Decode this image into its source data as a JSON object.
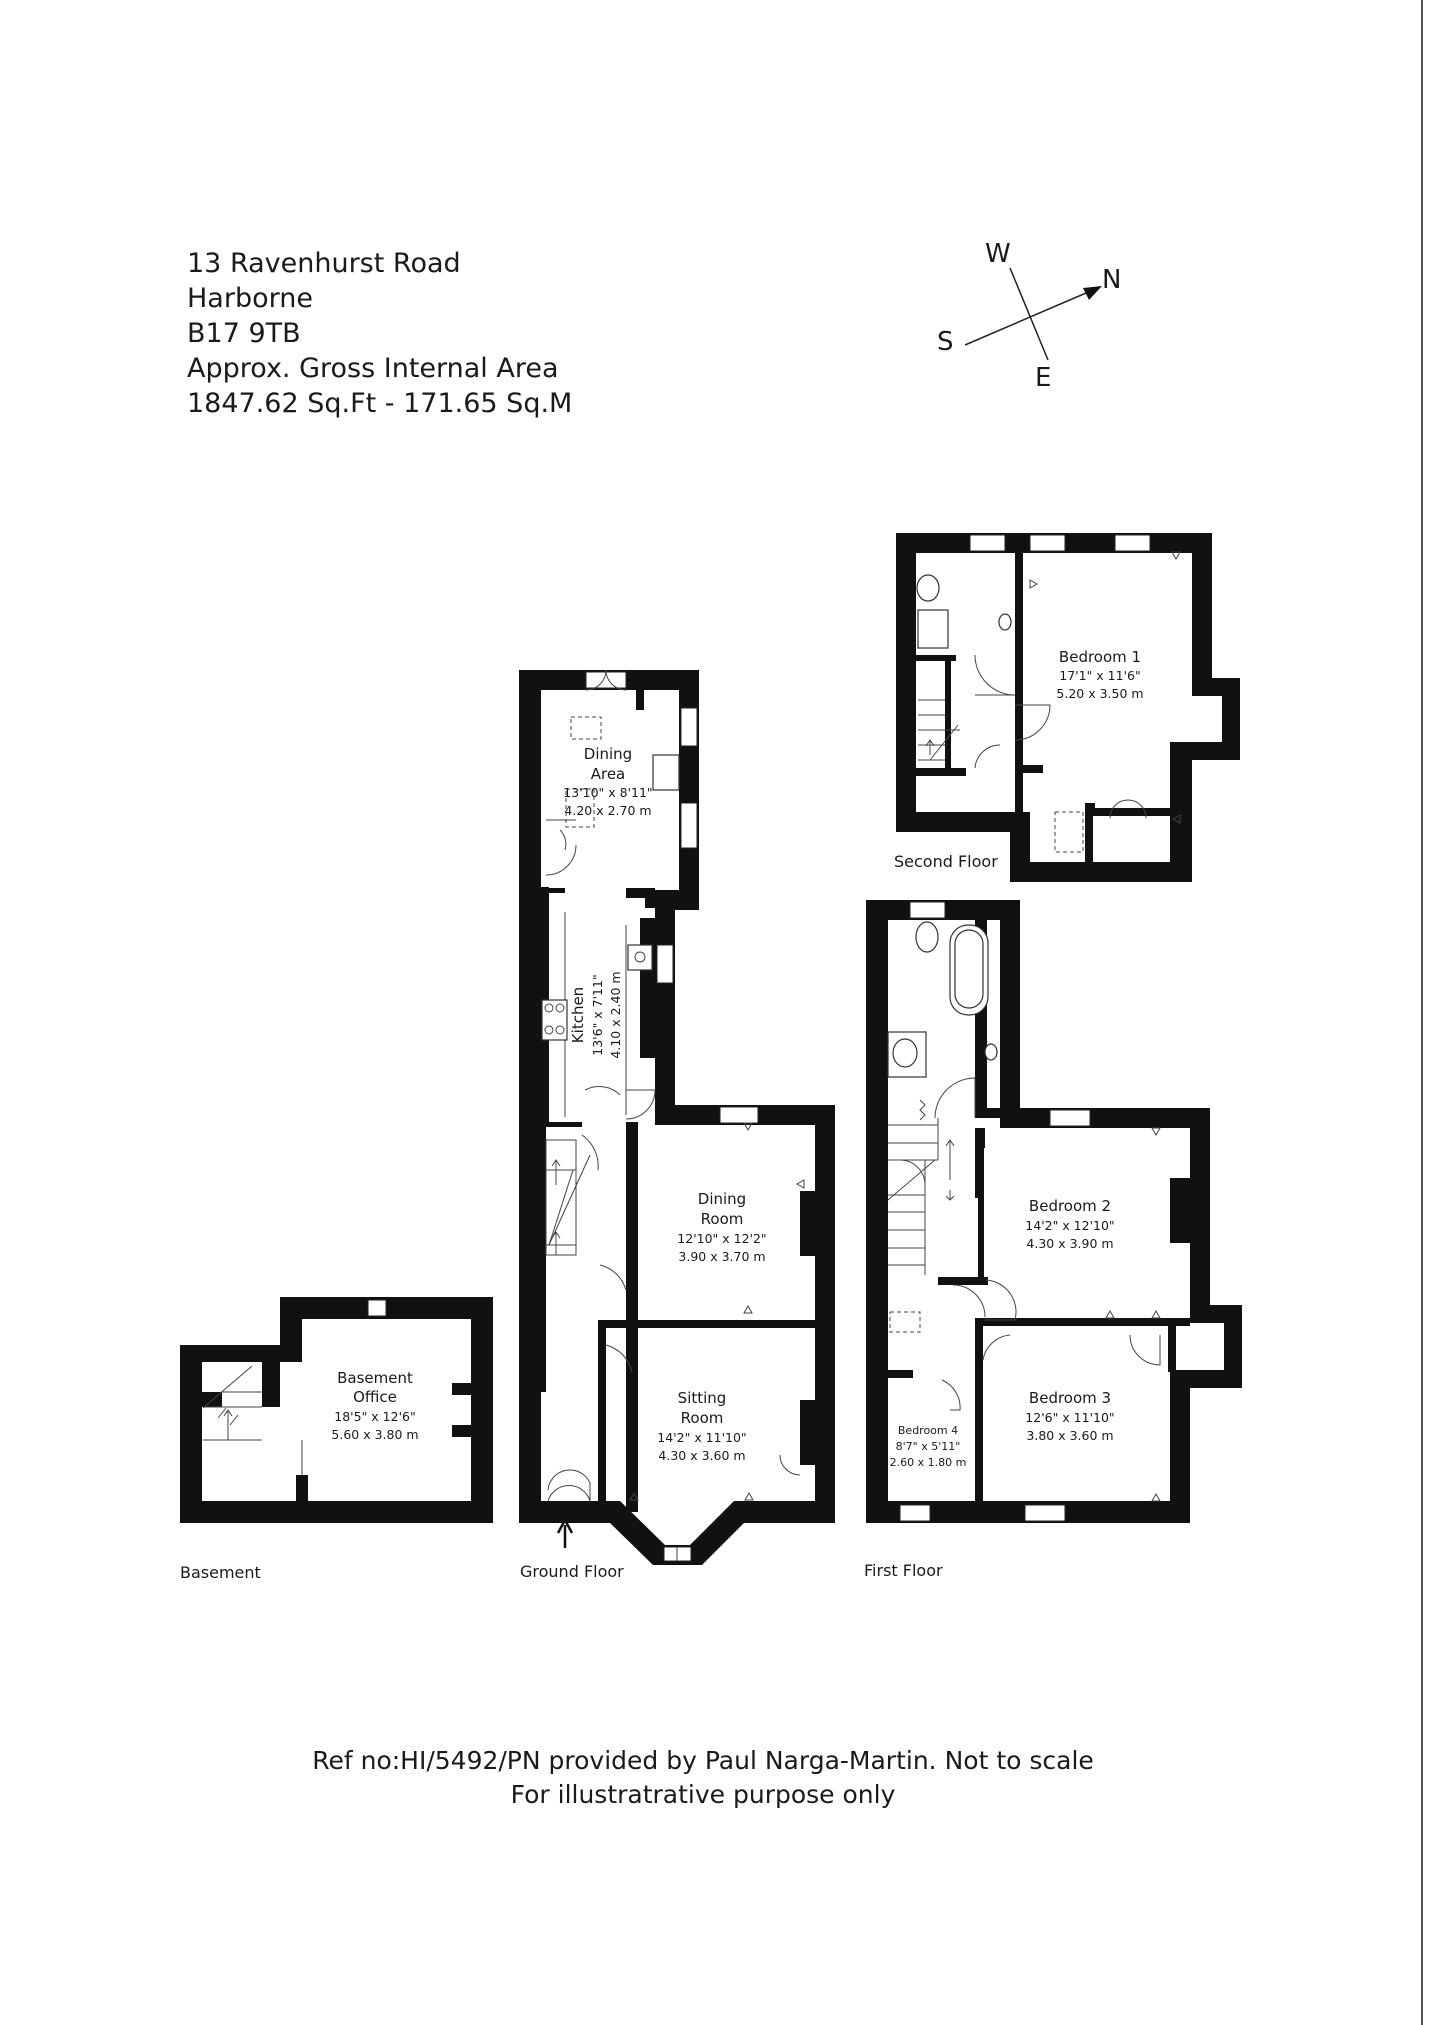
{
  "header": {
    "address_line1": "13 Ravenhurst Road",
    "address_line2": "Harborne",
    "postcode": "B17 9TB",
    "area_label": "Approx. Gross Internal Area",
    "area_value": "1847.62 Sq.Ft - 171.65 Sq.M"
  },
  "compass": {
    "north": "N",
    "south": "S",
    "east": "E",
    "west": "W"
  },
  "floors": {
    "basement": "Basement",
    "ground": "Ground Floor",
    "first": "First Floor",
    "second": "Second Floor"
  },
  "rooms": {
    "basement_office": {
      "name1": "Basement",
      "name2": "Office",
      "imperial": "18'5\" x 12'6\"",
      "metric": "5.60 x 3.80 m"
    },
    "dining_area": {
      "name1": "Dining",
      "name2": "Area",
      "imperial": "13'10\" x 8'11\"",
      "metric": "4.20 x 2.70 m"
    },
    "kitchen": {
      "name": "Kitchen",
      "imperial": "13'6\" x 7'11\"",
      "metric": "4.10 x 2.40 m"
    },
    "dining_room": {
      "name1": "Dining",
      "name2": "Room",
      "imperial": "12'10\" x 12'2\"",
      "metric": "3.90 x 3.70 m"
    },
    "sitting_room": {
      "name1": "Sitting",
      "name2": "Room",
      "imperial": "14'2\" x 11'10\"",
      "metric": "4.30 x 3.60 m"
    },
    "bedroom_2": {
      "name": "Bedroom 2",
      "imperial": "14'2\" x 12'10\"",
      "metric": "4.30 x 3.90 m"
    },
    "bedroom_3": {
      "name": "Bedroom 3",
      "imperial": "12'6\" x 11'10\"",
      "metric": "3.80 x 3.60 m"
    },
    "bedroom_4": {
      "name": "Bedroom 4",
      "imperial": "8'7\" x 5'11\"",
      "metric": "2.60 x 1.80 m"
    },
    "bedroom_1": {
      "name": "Bedroom 1",
      "imperial": "17'1\" x 11'6\"",
      "metric": "5.20 x 3.50 m"
    }
  },
  "footer": {
    "line1": "Ref no:HI/5492/PN provided by Paul Narga-Martin. Not to scale",
    "line2": "For illustratrative purpose only"
  }
}
